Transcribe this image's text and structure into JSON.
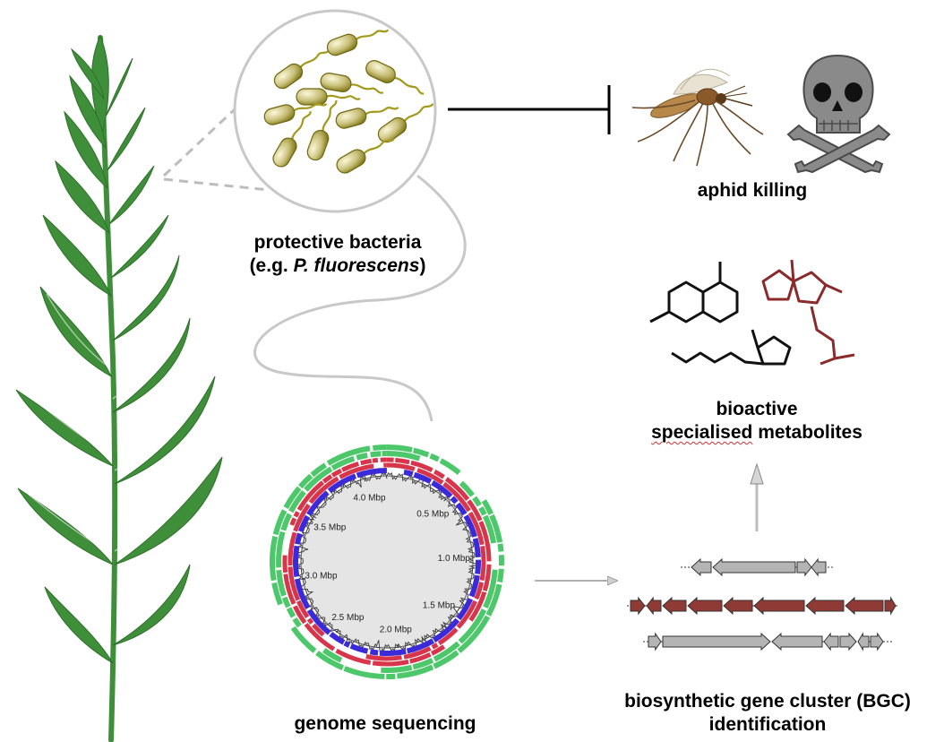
{
  "labels": {
    "bacteria_line1": "protective bacteria",
    "bacteria_line2_prefix": "(e.g. ",
    "bacteria_species": "P. fluorescens",
    "bacteria_line2_suffix": ")",
    "aphid": "aphid killing",
    "metabolites_line1": "bioactive",
    "metabolites_line2": "specialised metabolites",
    "genome": "genome sequencing",
    "bgc_line1": "biosynthetic gene cluster (BGC)",
    "bgc_line2": "identification"
  },
  "genome_map": {
    "ticks": [
      "0.5 Mbp",
      "1.0 Mbp",
      "1.5 Mbp",
      "2.0 Mbp",
      "2.5 Mbp",
      "3.0 Mbp",
      "3.5 Mbp",
      "4.0 Mbp"
    ]
  },
  "colors": {
    "plant": "#3f8f3a",
    "bacteria": "#a39a1c",
    "skull": "#8a8a8a",
    "molecule_dark": "#111111",
    "molecule_red": "#8b2a2a",
    "gene_grey": "#b4b4b4",
    "gene_red": "#8f3a34",
    "track_green": "#4cc76a",
    "track_red": "#d8344a",
    "track_blue": "#3a2ad8"
  }
}
